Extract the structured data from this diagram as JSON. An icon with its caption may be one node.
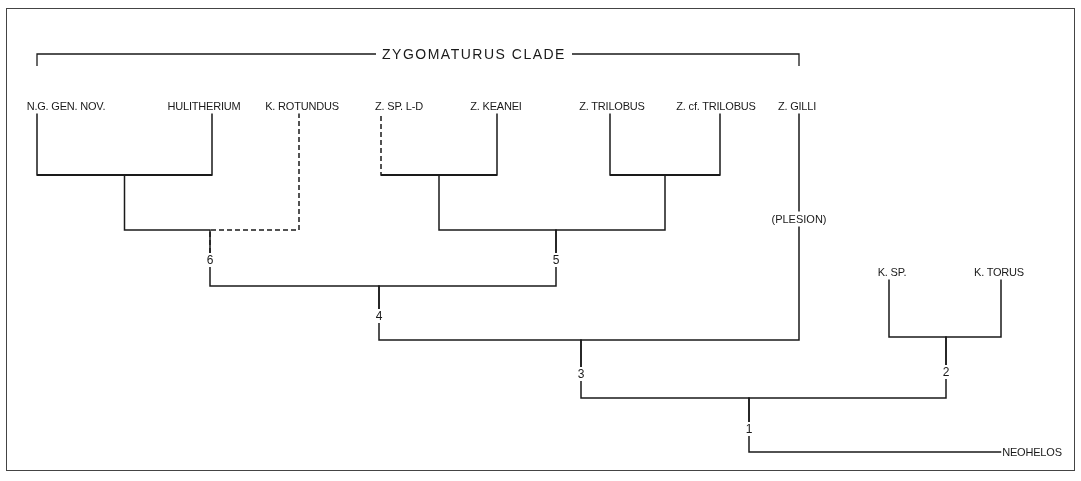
{
  "diagram": {
    "nodes": [
      {
        "text": [
          "N.G. GEN. NOV."
        ]
      },
      {
        "text": [
          "HULITHERIUM"
        ]
      },
      {
        "text": [
          "K. ROTUNDUS"
        ]
      },
      {
        "text": [
          "Z. SP. L-D"
        ]
      },
      {
        "text": [
          "Z. KEANEI"
        ]
      },
      {
        "text": [
          "Z. TRILOBUS"
        ]
      },
      {
        "text": [
          "Z. cf. TRILOBUS"
        ]
      },
      {
        "text": [
          "Z. GILLI"
        ]
      },
      {
        "text": [],
        "shape": "bar"
      },
      {
        "text": [],
        "shape": "bar"
      },
      {
        "text": [],
        "shape": "bar"
      },
      {
        "text": [
          "6"
        ]
      },
      {
        "text": [
          "5"
        ]
      },
      {
        "text": [
          "4"
        ]
      },
      {
        "text": [
          "K. SP."
        ]
      },
      {
        "text": [
          "K. TORUS"
        ]
      },
      {
        "text": [
          "3"
        ]
      },
      {
        "text": [
          "2"
        ]
      },
      {
        "text": [
          "1"
        ]
      },
      {
        "text": [
          "NEOHELOS"
        ]
      }
    ],
    "edges": [
      {
        "from": 8,
        "to": 0,
        "arrow": "none"
      },
      {
        "from": 8,
        "to": 1,
        "arrow": "none"
      },
      {
        "from": 11,
        "to": 8,
        "arrow": "none"
      },
      {
        "from": 11,
        "to": 2,
        "arrow": "none",
        "style": "dashed"
      },
      {
        "from": 9,
        "to": 3,
        "arrow": "none",
        "style": "dashed"
      },
      {
        "from": 9,
        "to": 4,
        "arrow": "none"
      },
      {
        "from": 10,
        "to": 5,
        "arrow": "none"
      },
      {
        "from": 10,
        "to": 6,
        "arrow": "none"
      },
      {
        "from": 12,
        "to": 9,
        "arrow": "none"
      },
      {
        "from": 12,
        "to": 10,
        "arrow": "none"
      },
      {
        "from": 13,
        "to": 11,
        "arrow": "none"
      },
      {
        "from": 13,
        "to": 12,
        "arrow": "none"
      },
      {
        "from": 16,
        "to": 13,
        "arrow": "none"
      },
      {
        "from": 16,
        "to": 7,
        "arrow": "none",
        "label": "(PLESION)"
      },
      {
        "from": 17,
        "to": 14,
        "arrow": "none"
      },
      {
        "from": 17,
        "to": 15,
        "arrow": "none"
      },
      {
        "from": 18,
        "to": 16,
        "arrow": "none"
      },
      {
        "from": 18,
        "to": 17,
        "arrow": "none"
      },
      {
        "from": 18,
        "to": 19,
        "arrow": "none"
      }
    ],
    "labels": [
      "ZYGOMATURUS CLADE"
    ]
  }
}
